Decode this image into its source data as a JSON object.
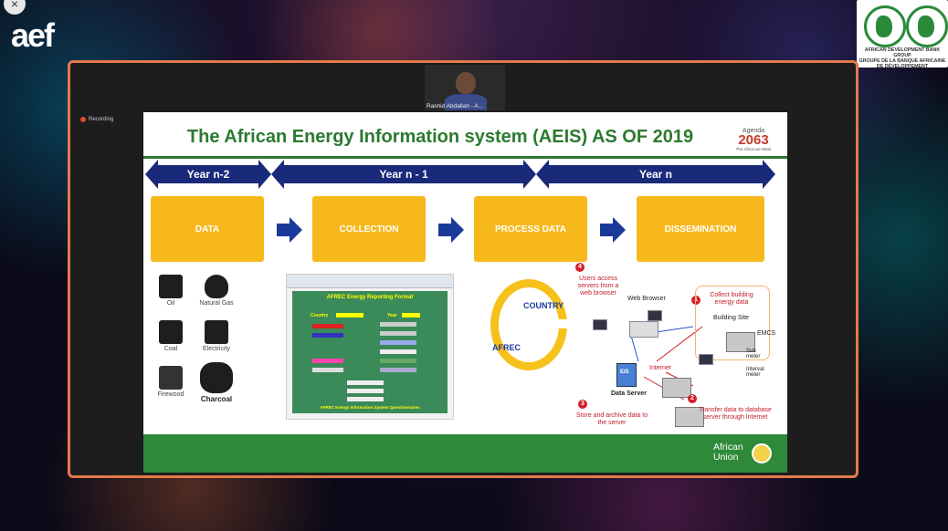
{
  "overlay": {
    "close_icon": "×",
    "aef_logo": "aef",
    "afdb_text_1": "AFRICAN DEVELOPMENT BANK GROUP",
    "afdb_text_2": "GROUPE DE LA BANQUE AFRICAINE",
    "afdb_text_3": "DE DÉVELOPPEMENT"
  },
  "meeting": {
    "participant_name": "Rashid Abdallah - A...",
    "recording_label": "Recording"
  },
  "slide": {
    "title": "The African Energy Information system (AEIS) AS OF 2019",
    "agenda_1": "Agenda",
    "agenda_2": "2063",
    "agenda_3": "The Africa we Want",
    "bands": [
      "Year n-2",
      "Year  n - 1",
      "Year  n"
    ],
    "stages": [
      "DATA",
      "COLLECTION",
      "PROCESS DATA",
      "DISSEMINATION"
    ],
    "fuels": [
      "Oil",
      "Natural Gas",
      "Coal",
      "Electricity",
      "Firewood",
      "Charcoal"
    ],
    "excel_title": "AFREC Energy Reporting Format",
    "excel_country": "Country",
    "excel_year": "Year",
    "excel_footer": "AFREC Energy Information System Questionnaires",
    "cycle_country": "COUNTRY",
    "cycle_afrec": "AFREC",
    "net_users": "Users access servers from a web browser",
    "net_browser": "Web Browser",
    "net_collect": "Collect building energy data",
    "net_site": "Building Site",
    "net_emcs": "EMCS",
    "net_submeter": "Sub meter",
    "net_interval": "Interval meter",
    "net_internet": "Internet",
    "net_server": "Data Server",
    "net_eis": "EIS",
    "net_store": "Store and archive data to the server",
    "net_transfer": "Transfer data to database server through Internet",
    "net_nums": [
      "4",
      "1",
      "3",
      "2"
    ],
    "au_1": "African",
    "au_2": "Union"
  },
  "colors": {
    "frame_border": "#e27a4a",
    "title_green": "#2b7a2f",
    "band_navy": "#1a2a7a",
    "stage_yellow": "#f7b81c",
    "footer_green": "#2e8a3a"
  }
}
